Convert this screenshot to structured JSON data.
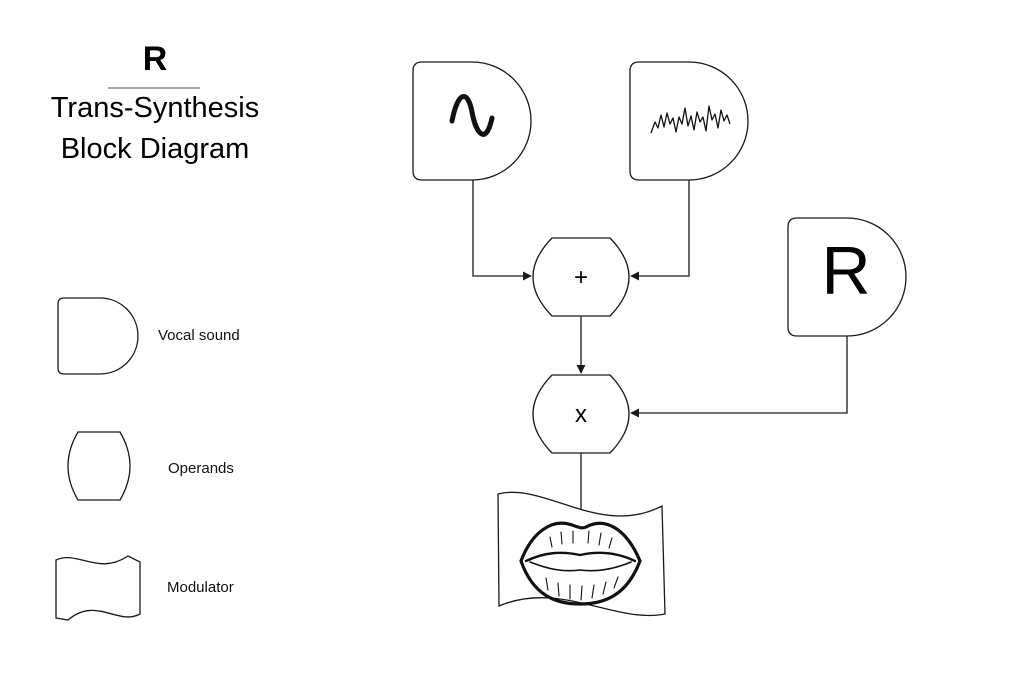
{
  "title": {
    "logo_letter": "R",
    "line1": "Trans-Synthesis",
    "line2": "Block Diagram"
  },
  "legend": [
    {
      "shape": "vocal-sound",
      "label": "Vocal sound"
    },
    {
      "shape": "operand",
      "label": "Operands"
    },
    {
      "shape": "modulator",
      "label": "Modulator"
    }
  ],
  "nodes": {
    "sine_source": {
      "shape": "vocal-sound",
      "icon": "sine-wave-icon"
    },
    "noise_source": {
      "shape": "vocal-sound",
      "icon": "noise-wave-icon"
    },
    "r_source": {
      "shape": "vocal-sound",
      "label": "R"
    },
    "add_operand": {
      "shape": "operand",
      "label": "+"
    },
    "multiply_operand": {
      "shape": "operand",
      "label": "x"
    },
    "modulator": {
      "shape": "modulator",
      "icon": "lips-icon"
    }
  },
  "edges": [
    {
      "from": "sine_source",
      "to": "add_operand"
    },
    {
      "from": "noise_source",
      "to": "add_operand"
    },
    {
      "from": "add_operand",
      "to": "multiply_operand"
    },
    {
      "from": "r_source",
      "to": "multiply_operand"
    },
    {
      "from": "multiply_operand",
      "to": "modulator"
    }
  ]
}
